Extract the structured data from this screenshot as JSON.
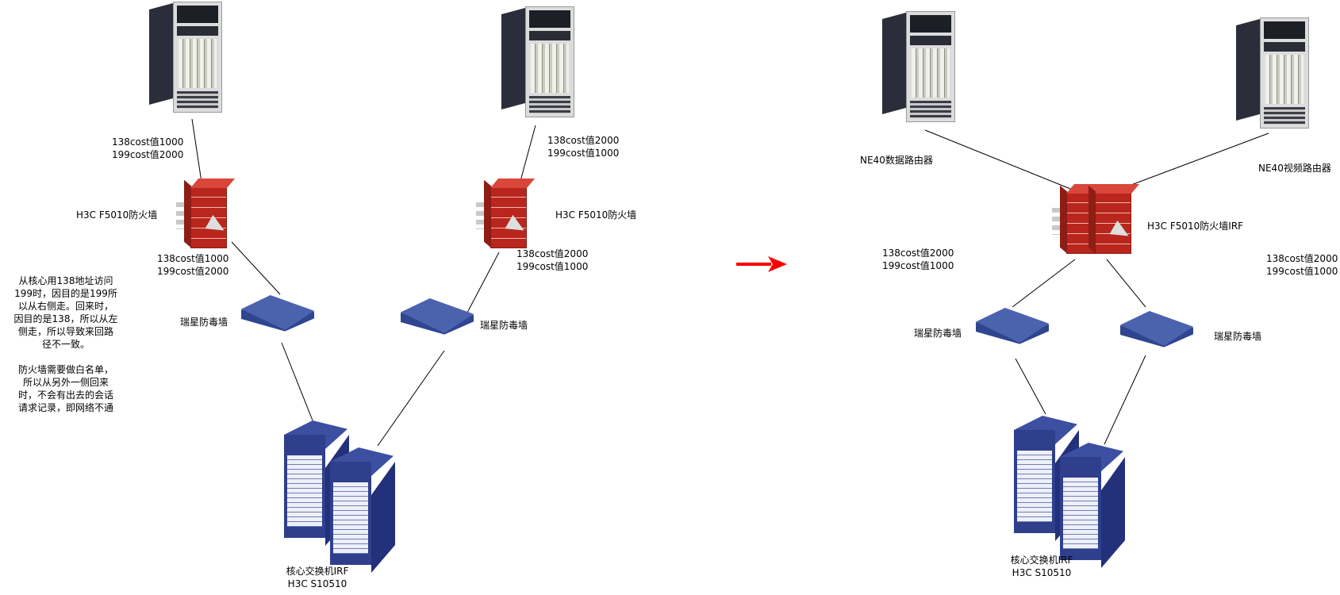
{
  "diagram": {
    "before": {
      "routers": [
        {
          "id": "router-left",
          "label": ""
        },
        {
          "id": "router-right",
          "label": ""
        }
      ],
      "router_costs": [
        {
          "lines": [
            "138cost值1000",
            "199cost值2000"
          ]
        },
        {
          "lines": [
            "138cost值2000",
            "199cost值1000"
          ]
        }
      ],
      "firewalls": [
        {
          "label": "H3C F5010防火墙"
        },
        {
          "label": "H3C F5010防火墙"
        }
      ],
      "firewall_costs": [
        {
          "lines": [
            "138cost值1000",
            "199cost值2000"
          ]
        },
        {
          "lines": [
            "138cost值2000",
            "199cost值1000"
          ]
        }
      ],
      "av_gateways": [
        {
          "label": "瑞星防毒墙"
        },
        {
          "label": "瑞星防毒墙"
        }
      ],
      "core_switch": {
        "lines": [
          "核心交换机IRF",
          "H3C S10510"
        ]
      },
      "notes": [
        [
          "从核心用138地址访问",
          "199时，因目的是199所",
          "以从右侧走。回来时，",
          "因目的是138，所以从左",
          "侧走，所以导致来回路",
          "径不一致。"
        ],
        [
          "防火墙需要做白名单，",
          "所以从另外一侧回来",
          "时，不会有出去的会话",
          "请求记录，即网络不通"
        ]
      ]
    },
    "transition_arrow": {
      "color": "#ff0000",
      "icon": "right-arrow"
    },
    "after": {
      "routers": [
        {
          "label": "NE40数据路由器"
        },
        {
          "label": "NE40视频路由器"
        }
      ],
      "firewall_irf": {
        "label": "H3C F5010防火墙IRF"
      },
      "costs": [
        {
          "lines": [
            "138cost值2000",
            "199cost值1000"
          ]
        },
        {
          "lines": [
            "138cost值2000",
            "199cost值1000"
          ]
        }
      ],
      "av_gateways": [
        {
          "label": "瑞星防毒墙"
        },
        {
          "label": "瑞星防毒墙"
        }
      ],
      "core_switch": {
        "lines": [
          "核心交换机IRF",
          "H3C S10510"
        ]
      }
    }
  }
}
